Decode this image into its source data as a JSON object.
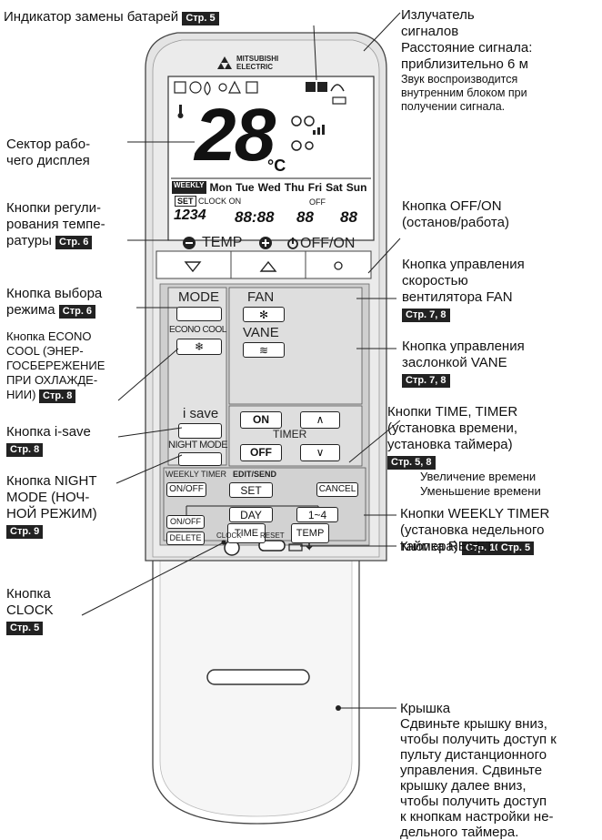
{
  "labels": {
    "battery": {
      "text": "Индикатор замены батарей",
      "ref": "Стр. 5"
    },
    "emitter": [
      "Излучатель",
      "сигналов",
      "Расстояние сигнала:",
      "приблизительно 6 м"
    ],
    "emitter_note": [
      "Звук воспроизводится",
      "внутренним блоком при",
      "получении сигнала."
    ],
    "display_sector": [
      "Сектор рабо-",
      "чего дисплея"
    ],
    "temp_buttons": {
      "lines": [
        "Кнопки регули-",
        "рования темпе-",
        "ратуры"
      ],
      "ref": "Стр. 6"
    },
    "onoff": [
      "Кнопка OFF/ON",
      "(останов/работа)"
    ],
    "fan": {
      "lines": [
        "Кнопка управления",
        "скоростью",
        "вентилятора FAN"
      ],
      "ref": "Стр. 7, 8"
    },
    "mode": {
      "lines": [
        "Кнопка выбора",
        "режима"
      ],
      "ref": "Стр. 6"
    },
    "econo": {
      "lines": [
        "Кнопка ECONO",
        "COOL (ЭНЕР-",
        "ГОСБЕРЕЖЕНИЕ",
        "ПРИ ОХЛАЖДЕ-",
        "НИИ)"
      ],
      "ref": "Стр. 8"
    },
    "vane": {
      "lines": [
        "Кнопка управления",
        "заслонкой VANE"
      ],
      "ref": "Стр. 7, 8"
    },
    "isave": {
      "line": "Кнопка i-save",
      "ref": "Стр. 8"
    },
    "timer": {
      "lines": [
        "Кнопки TIME, TIMER",
        "(установка времени,",
        "установка таймера)"
      ],
      "ref": "Стр. 5, 8",
      "sub": [
        "Увеличение времени",
        "Уменьшение времени"
      ]
    },
    "night": {
      "lines": [
        "Кнопка NIGHT",
        "MODE (НОЧ-",
        "НОЙ РЕЖИМ)"
      ],
      "ref": "Стр. 9"
    },
    "weekly": {
      "lines": [
        "Кнопки WEEKLY TIMER",
        "(установка недельного",
        "таймера)"
      ],
      "ref": "Стр. 10"
    },
    "clock": {
      "lines": [
        "Кнопка",
        "CLOCK"
      ],
      "ref": "Стр. 5"
    },
    "reset": {
      "line": "Кнопка RESET",
      "ref": "Стр. 5"
    },
    "cover": [
      "Крышка",
      "Сдвиньте крышку вниз,",
      "чтобы получить доступ к",
      "пульту дистанционного",
      "управления. Сдвиньте",
      "крышку далее вниз,",
      "чтобы получить доступ",
      "к кнопкам настройки не-",
      "дельного таймера."
    ]
  },
  "remote": {
    "brand": [
      "MITSUBISHI",
      "ELECTRIC"
    ],
    "lcd": {
      "temp": "28",
      "unit": "°C",
      "weekly": "WEEKLY",
      "days": [
        "Mon",
        "Tue",
        "Wed",
        "Thu",
        "Fri",
        "Sat",
        "Sun"
      ],
      "set": "SET",
      "clock": "CLOCK",
      "on": "ON",
      "off": "OFF",
      "prog": "1234",
      "time1": "88:88",
      "time2": "88",
      "time3": "88"
    },
    "temp_label": "TEMP",
    "onoff_label": "OFF/ON",
    "mode_label": "MODE",
    "fan_label": "FAN",
    "econo_label": "ECONO COOL",
    "vane_label": "VANE",
    "isave_label": "i save",
    "night_label": "NIGHT MODE",
    "timer_on": "ON",
    "timer_off": "OFF",
    "timer_label": "TIMER",
    "weekly_timer_label": "WEEKLY TIMER",
    "weekly_onoff": "ON/OFF",
    "edit_send": "EDIT/SEND",
    "set": "SET",
    "cancel": "CANCEL",
    "day": "DAY",
    "range": "1~4",
    "onoff2": "ON/OFF",
    "delete": "DELETE",
    "time": "TIME",
    "temp2": "TEMP",
    "clock": "CLOCK",
    "reset": "RESET"
  }
}
